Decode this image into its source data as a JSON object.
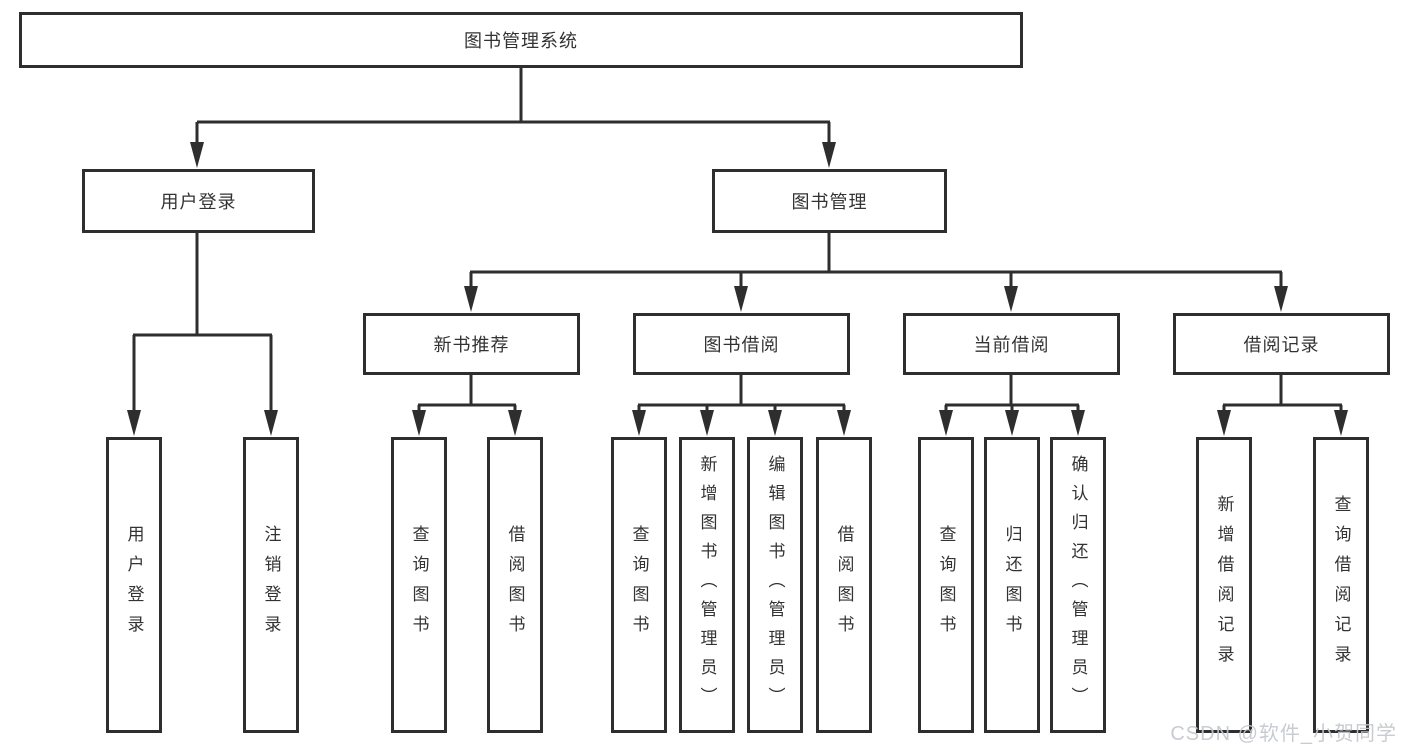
{
  "diagram": {
    "root": {
      "label": "图书管理系统"
    },
    "level2": [
      {
        "label": "用户登录"
      },
      {
        "label": "图书管理"
      }
    ],
    "level3": [
      {
        "label": "新书推荐",
        "parent": "图书管理"
      },
      {
        "label": "图书借阅",
        "parent": "图书管理"
      },
      {
        "label": "当前借阅",
        "parent": "图书管理"
      },
      {
        "label": "借阅记录",
        "parent": "图书管理"
      }
    ],
    "level4": [
      {
        "label": "用户登录",
        "parent": "用户登录"
      },
      {
        "label": "注销登录",
        "parent": "用户登录"
      },
      {
        "label": "查询图书",
        "parent": "新书推荐"
      },
      {
        "label": "借阅图书",
        "parent": "新书推荐"
      },
      {
        "label": "查询图书",
        "parent": "图书借阅"
      },
      {
        "label": "新增图书（管理员）",
        "parent": "图书借阅"
      },
      {
        "label": "编辑图书（管理员）",
        "parent": "图书借阅"
      },
      {
        "label": "借阅图书",
        "parent": "图书借阅"
      },
      {
        "label": "查询图书",
        "parent": "当前借阅"
      },
      {
        "label": "归还图书",
        "parent": "当前借阅"
      },
      {
        "label": "确认归还（管理员）",
        "parent": "当前借阅"
      },
      {
        "label": "新增借阅记录",
        "parent": "借阅记录"
      },
      {
        "label": "查询借阅记录",
        "parent": "借阅记录"
      }
    ]
  },
  "watermark": {
    "text": "CSDN @软件_小贺同学"
  },
  "colors": {
    "line": "#2e2e2e",
    "text": "#333333",
    "box_background": "#ffffff",
    "watermark": "#c4c8ce"
  }
}
